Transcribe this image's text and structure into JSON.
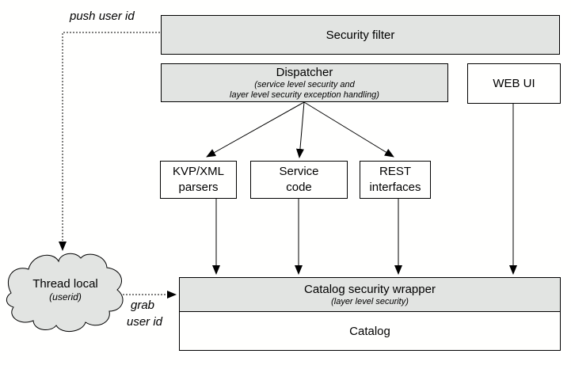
{
  "diagram": {
    "title_semantic": "security architecture diagram",
    "colors": {
      "node_fill_gray": "#e2e4e2",
      "node_fill_white": "#fffffe",
      "line_color": "#000000",
      "background": "#fffffe"
    },
    "nodes": {
      "security_filter": {
        "label": "Security filter"
      },
      "dispatcher": {
        "label": "Dispatcher",
        "subtitle_line1": "(service level security and",
        "subtitle_line2": "layer level security exception handling)"
      },
      "web_ui": {
        "label": "WEB UI"
      },
      "kvp_xml_parsers": {
        "line1": "KVP/XML",
        "line2": "parsers"
      },
      "service_code": {
        "line1": "Service",
        "line2": "code"
      },
      "rest_interfaces": {
        "line1": "REST",
        "line2": "interfaces"
      },
      "catalog_security_wrapper": {
        "label": "Catalog security wrapper",
        "subtitle": "(layer level security)"
      },
      "catalog": {
        "label": "Catalog"
      },
      "thread_local": {
        "label": "Thread local",
        "subtitle": "(userid)"
      }
    },
    "annotations": {
      "push_user_id": "push user id",
      "grab_user_id_line1": "grab",
      "grab_user_id_line2": "user id"
    },
    "edges": [
      "security_filter -> thread_local (dotted, push user id)",
      "dispatcher -> kvp_xml_parsers",
      "dispatcher -> service_code",
      "dispatcher -> rest_interfaces",
      "kvp_xml_parsers -> catalog_security_wrapper",
      "service_code -> catalog_security_wrapper",
      "rest_interfaces -> catalog_security_wrapper",
      "web_ui -> catalog_security_wrapper",
      "thread_local -> catalog_security_wrapper (dotted, grab user id)"
    ]
  }
}
